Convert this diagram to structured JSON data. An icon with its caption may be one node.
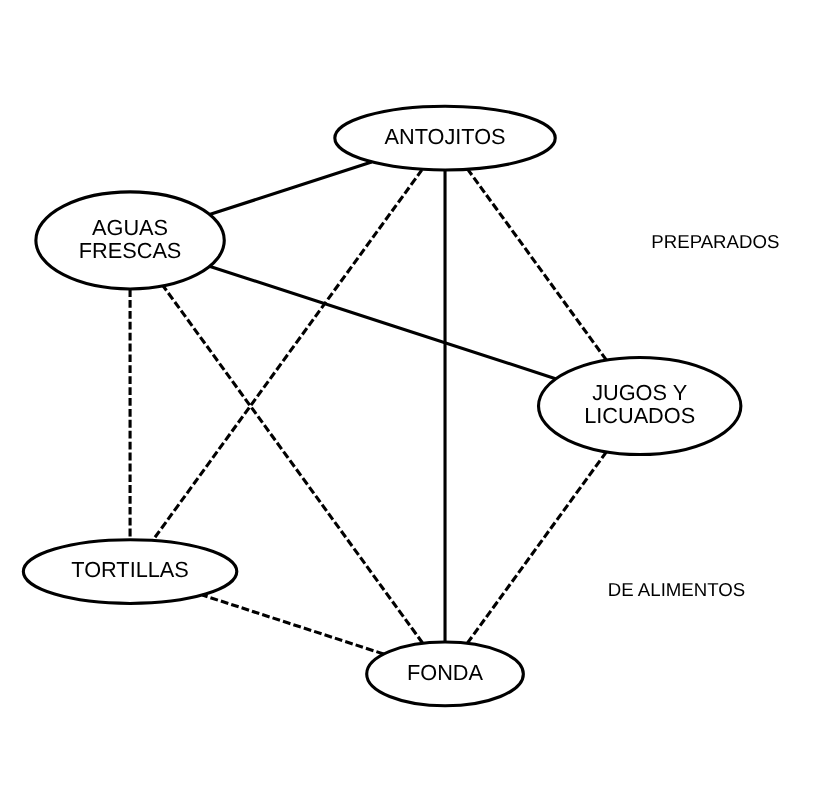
{
  "diagram": {
    "nodes": [
      {
        "text": [
          "FONDA"
        ]
      },
      {
        "text": [
          "JUGOS Y LICUADOS"
        ]
      },
      {
        "text": [
          "ANTOJITOS"
        ]
      },
      {
        "text": [
          "AGUAS FRESCAS"
        ]
      },
      {
        "text": [
          "TORTILLAS"
        ]
      }
    ],
    "edges": [
      {
        "from": 0,
        "to": 1,
        "arrow": "none",
        "style": "dashed"
      },
      {
        "from": 0,
        "to": 2,
        "arrow": "none"
      },
      {
        "from": 0,
        "to": 3,
        "arrow": "none",
        "style": "dashed"
      },
      {
        "from": 0,
        "to": 4,
        "arrow": "none",
        "style": "dashed"
      },
      {
        "from": 1,
        "to": 2,
        "arrow": "none",
        "style": "dashed"
      },
      {
        "from": 1,
        "to": 3,
        "arrow": "none"
      },
      {
        "from": 2,
        "to": 3,
        "arrow": "none"
      },
      {
        "from": 2,
        "to": 4,
        "arrow": "none",
        "style": "dashed"
      },
      {
        "from": 3,
        "to": 4,
        "arrow": "none",
        "style": "dashed"
      }
    ],
    "labels": [
      "DE ALIMENTOS",
      "PREPARADOS"
    ]
  }
}
